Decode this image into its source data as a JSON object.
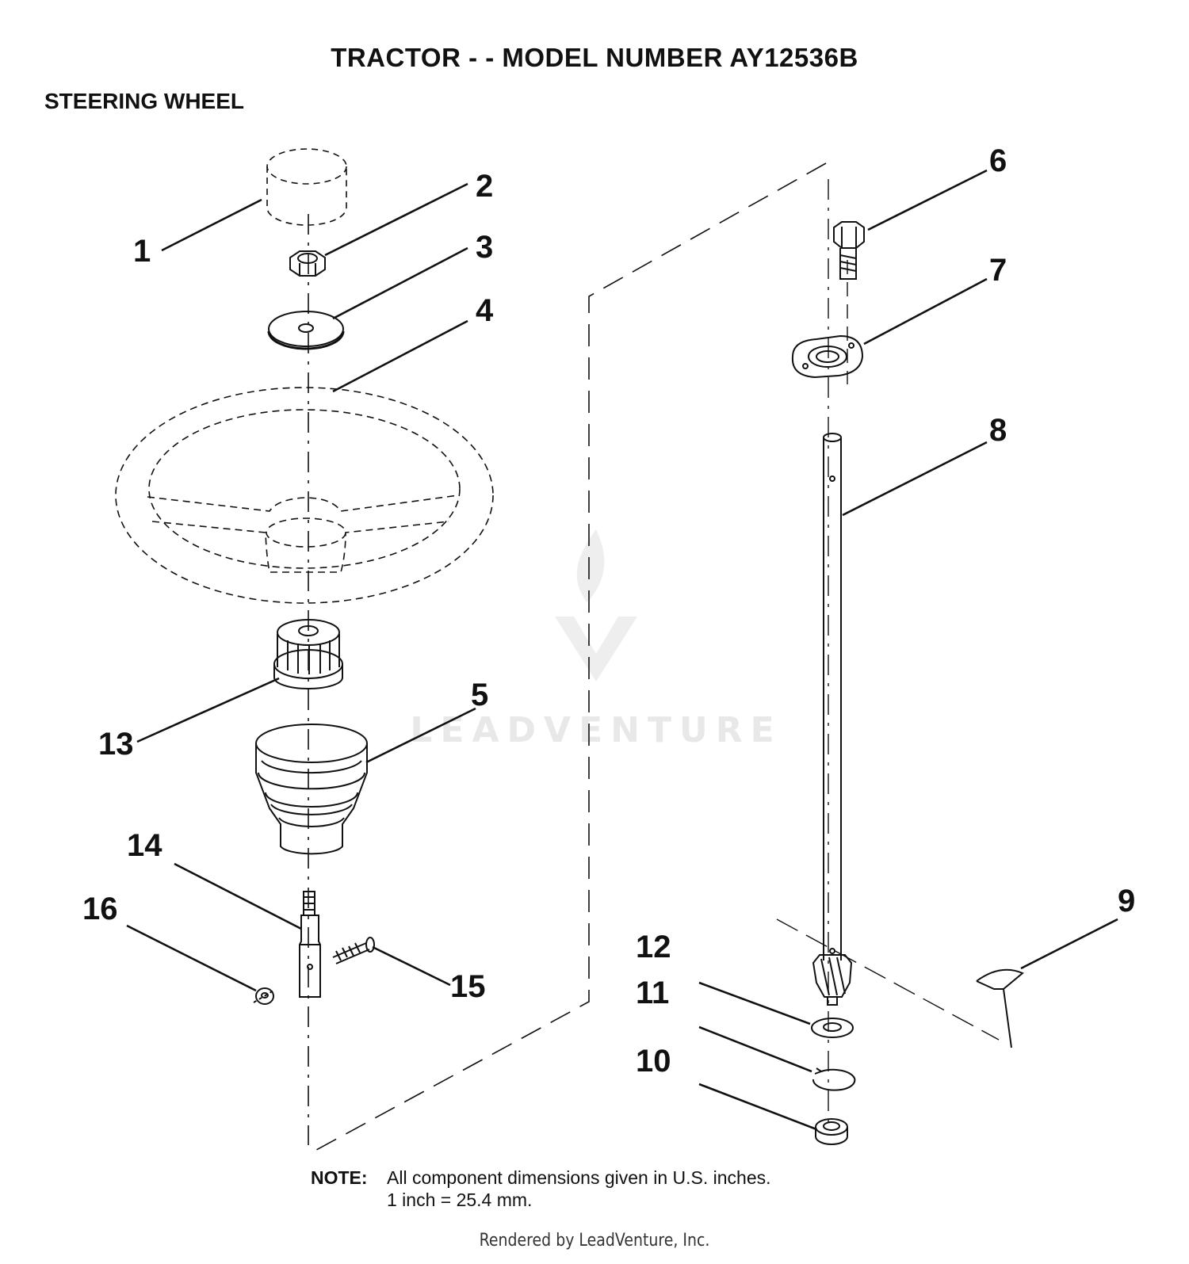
{
  "title": "TRACTOR - - MODEL NUMBER AY12536B",
  "section": "STEERING WHEEL",
  "callouts": [
    "1",
    "2",
    "3",
    "4",
    "5",
    "6",
    "7",
    "8",
    "9",
    "10",
    "11",
    "12",
    "13",
    "14",
    "15",
    "16"
  ],
  "watermark": "LEADVENTURE",
  "note": {
    "label": "NOTE:",
    "line1": "All component dimensions given in U.S. inches.",
    "line2": "1 inch = 25.4 mm."
  },
  "footer": "Rendered by LeadVenture, Inc."
}
